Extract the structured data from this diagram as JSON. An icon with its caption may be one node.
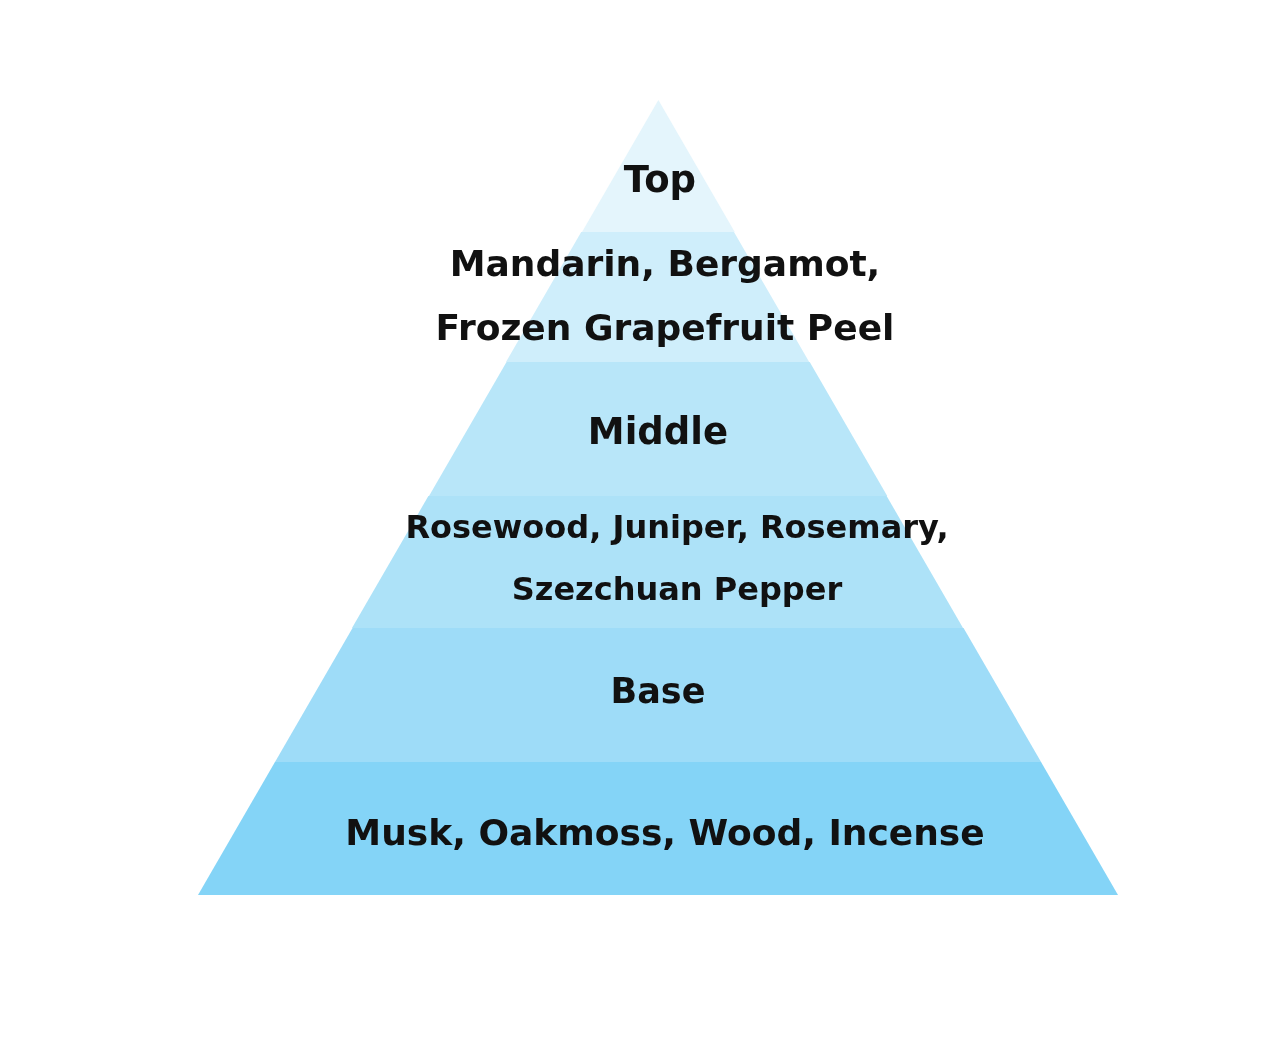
{
  "diagram": {
    "nodes": [
      {
        "text": [
          "Top"
        ]
      },
      {
        "text": [
          "Mandarin, Bergamot, Frozen Grapefruit Peel"
        ]
      },
      {
        "text": [
          "Middle"
        ]
      },
      {
        "text": [
          "Rosewood, Juniper, Rosemary, Szezchuan Pepper"
        ]
      },
      {
        "text": [
          "Base"
        ]
      },
      {
        "text": [
          "Musk, Oakmoss, Wood, Incense"
        ]
      }
    ]
  }
}
